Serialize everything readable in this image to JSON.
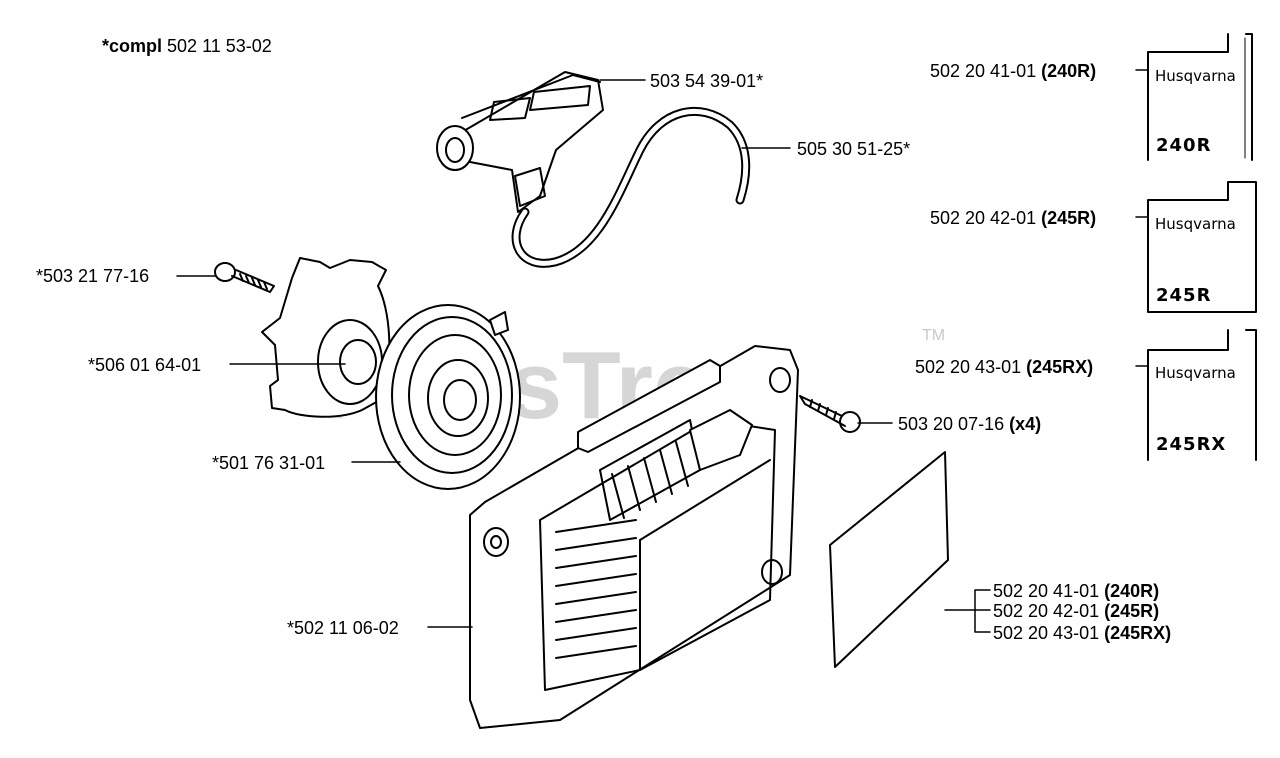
{
  "header": {
    "compl_prefix": "*compl",
    "compl_number": "502 11 53-02"
  },
  "watermark": {
    "text": "PartsTree",
    "tm": "TM"
  },
  "callouts": {
    "handle": "503 54 39-01*",
    "rope": "505 30 51-25*",
    "screw": "*503 21 77-16",
    "pulley": "*506 01 64-01",
    "spring": "*501 76 31-01",
    "housing": "*502 11 06-02",
    "bolt_number": "503 20 07-16",
    "bolt_qty": "(x4)"
  },
  "decals": [
    {
      "part": "502 20 41-01",
      "model": "(240R)",
      "brand": "Husqvarna",
      "badge": "240R"
    },
    {
      "part": "502 20 42-01",
      "model": "(245R)",
      "brand": "Husqvarna",
      "badge": "245R"
    },
    {
      "part": "502 20 43-01",
      "model": "(245RX)",
      "brand": "Husqvarna",
      "badge": "245RX"
    }
  ],
  "filter_parts": [
    {
      "part": "502 20 41-01",
      "model": "(240R)"
    },
    {
      "part": "502 20 42-01",
      "model": "(245R)"
    },
    {
      "part": "502 20 43-01",
      "model": "(245RX)"
    }
  ]
}
